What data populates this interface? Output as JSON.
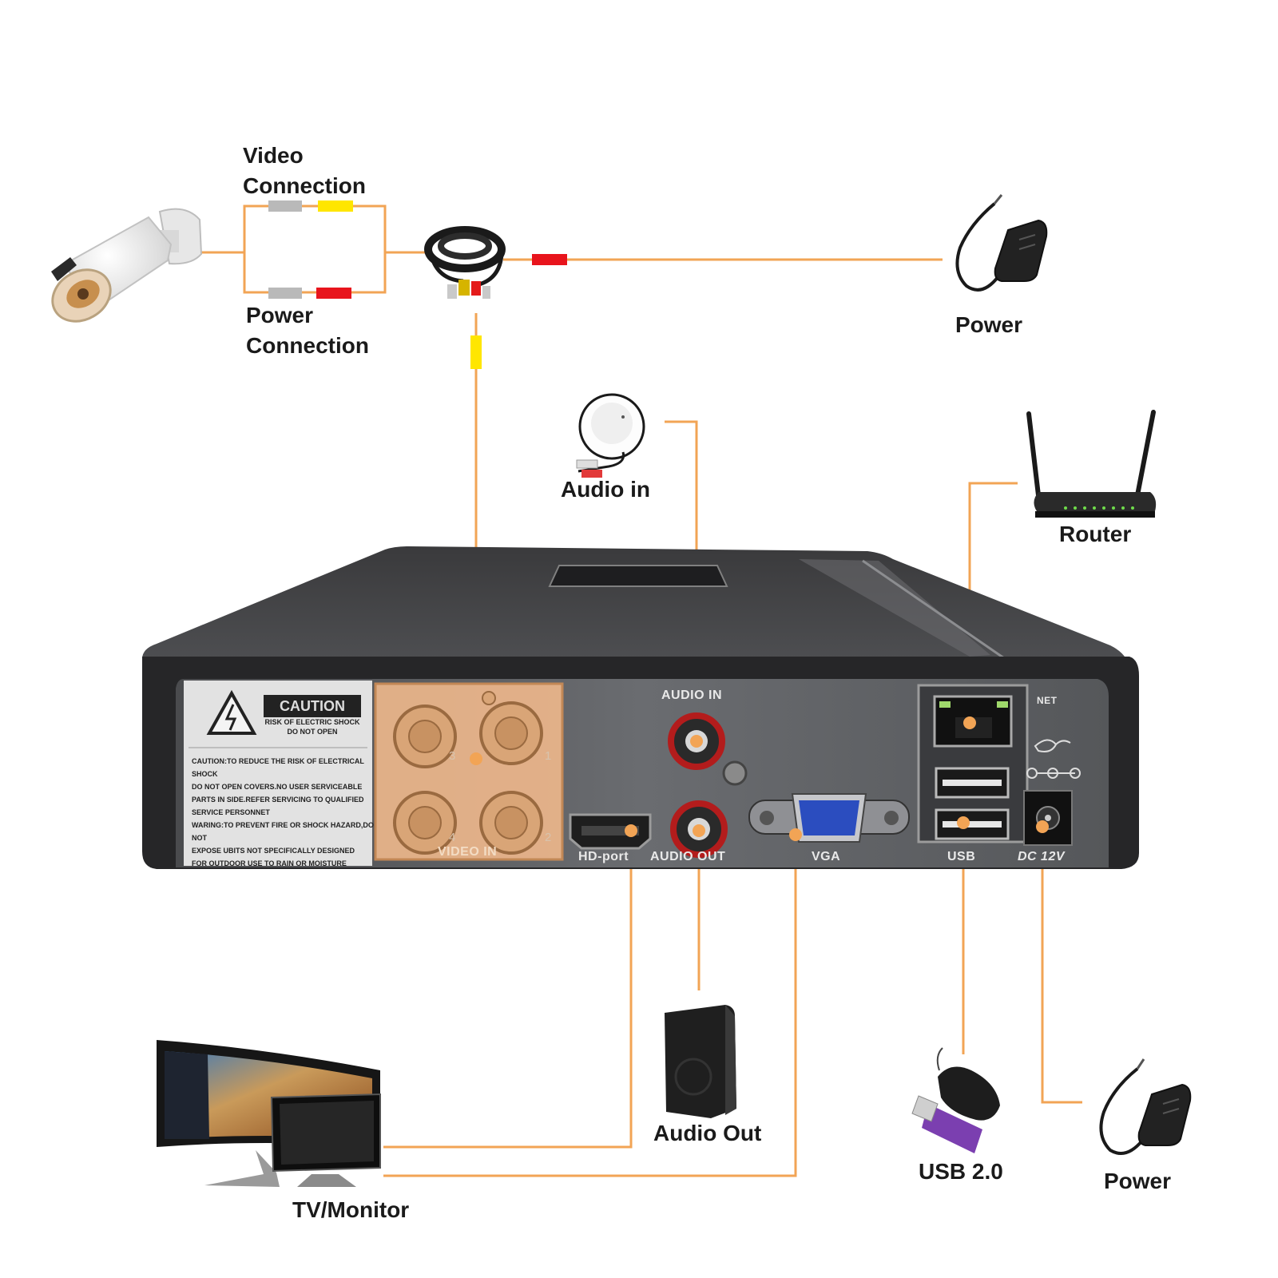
{
  "labels": {
    "video_connection_line1": "Video",
    "video_connection_line2": "Connection",
    "power_connection_line1": "Power",
    "power_connection_line2": "Connection",
    "power_top": "Power",
    "audio_in": "Audio in",
    "router": "Router",
    "audio_out": "Audio Out",
    "tv_monitor": "TV/Monitor",
    "usb": "USB 2.0",
    "power_bottom": "Power"
  },
  "panel": {
    "audio_in": "AUDIO IN",
    "net": "NET",
    "hd_port": "HD-port",
    "audio_out": "AUDIO OUT",
    "vga": "VGA",
    "usb": "USB",
    "dc": "DC 12V",
    "video_in": "VIDEO IN",
    "channels": [
      "3",
      "1",
      "4",
      "2"
    ],
    "caution_title": "CAUTION",
    "caution_sub": "RISK OF ELECTRIC SHOCK\nDO NOT OPEN",
    "caution_body": "CAUTION:TO REDUCE THE RISK OF ELECTRICAL SHOCK\nDO NOT OPEN COVERS.NO USER SERVICEABLE\nPARTS IN SIDE.REFER SERVICING TO QUALIFIED\nSERVICE PERSONNET\nWARING:TO PREVENT FIRE OR SHOCK HAZARD,DO NOT\nEXPOSE UBITS NOT SPECIFICALLY DESIGNED\nFOR OUTDOOR USE TO RAIN OR MOISTURE"
  },
  "colors": {
    "wire": "#f2a455",
    "connector_red": "#e8141c",
    "connector_yellow": "#ffe600",
    "connector_grey": "#b9b9b9",
    "dvr_body": "#2e2e30",
    "dvr_panel": "#5d5f62",
    "video_in_highlight": "#e8b48a"
  },
  "icons": [
    "camera-icon",
    "bnc-cable-icon",
    "power-adapter-icon",
    "microphone-icon",
    "router-icon",
    "dvr-icon",
    "speaker-icon",
    "monitor-icon",
    "mouse-icon",
    "usb-drive-icon"
  ]
}
